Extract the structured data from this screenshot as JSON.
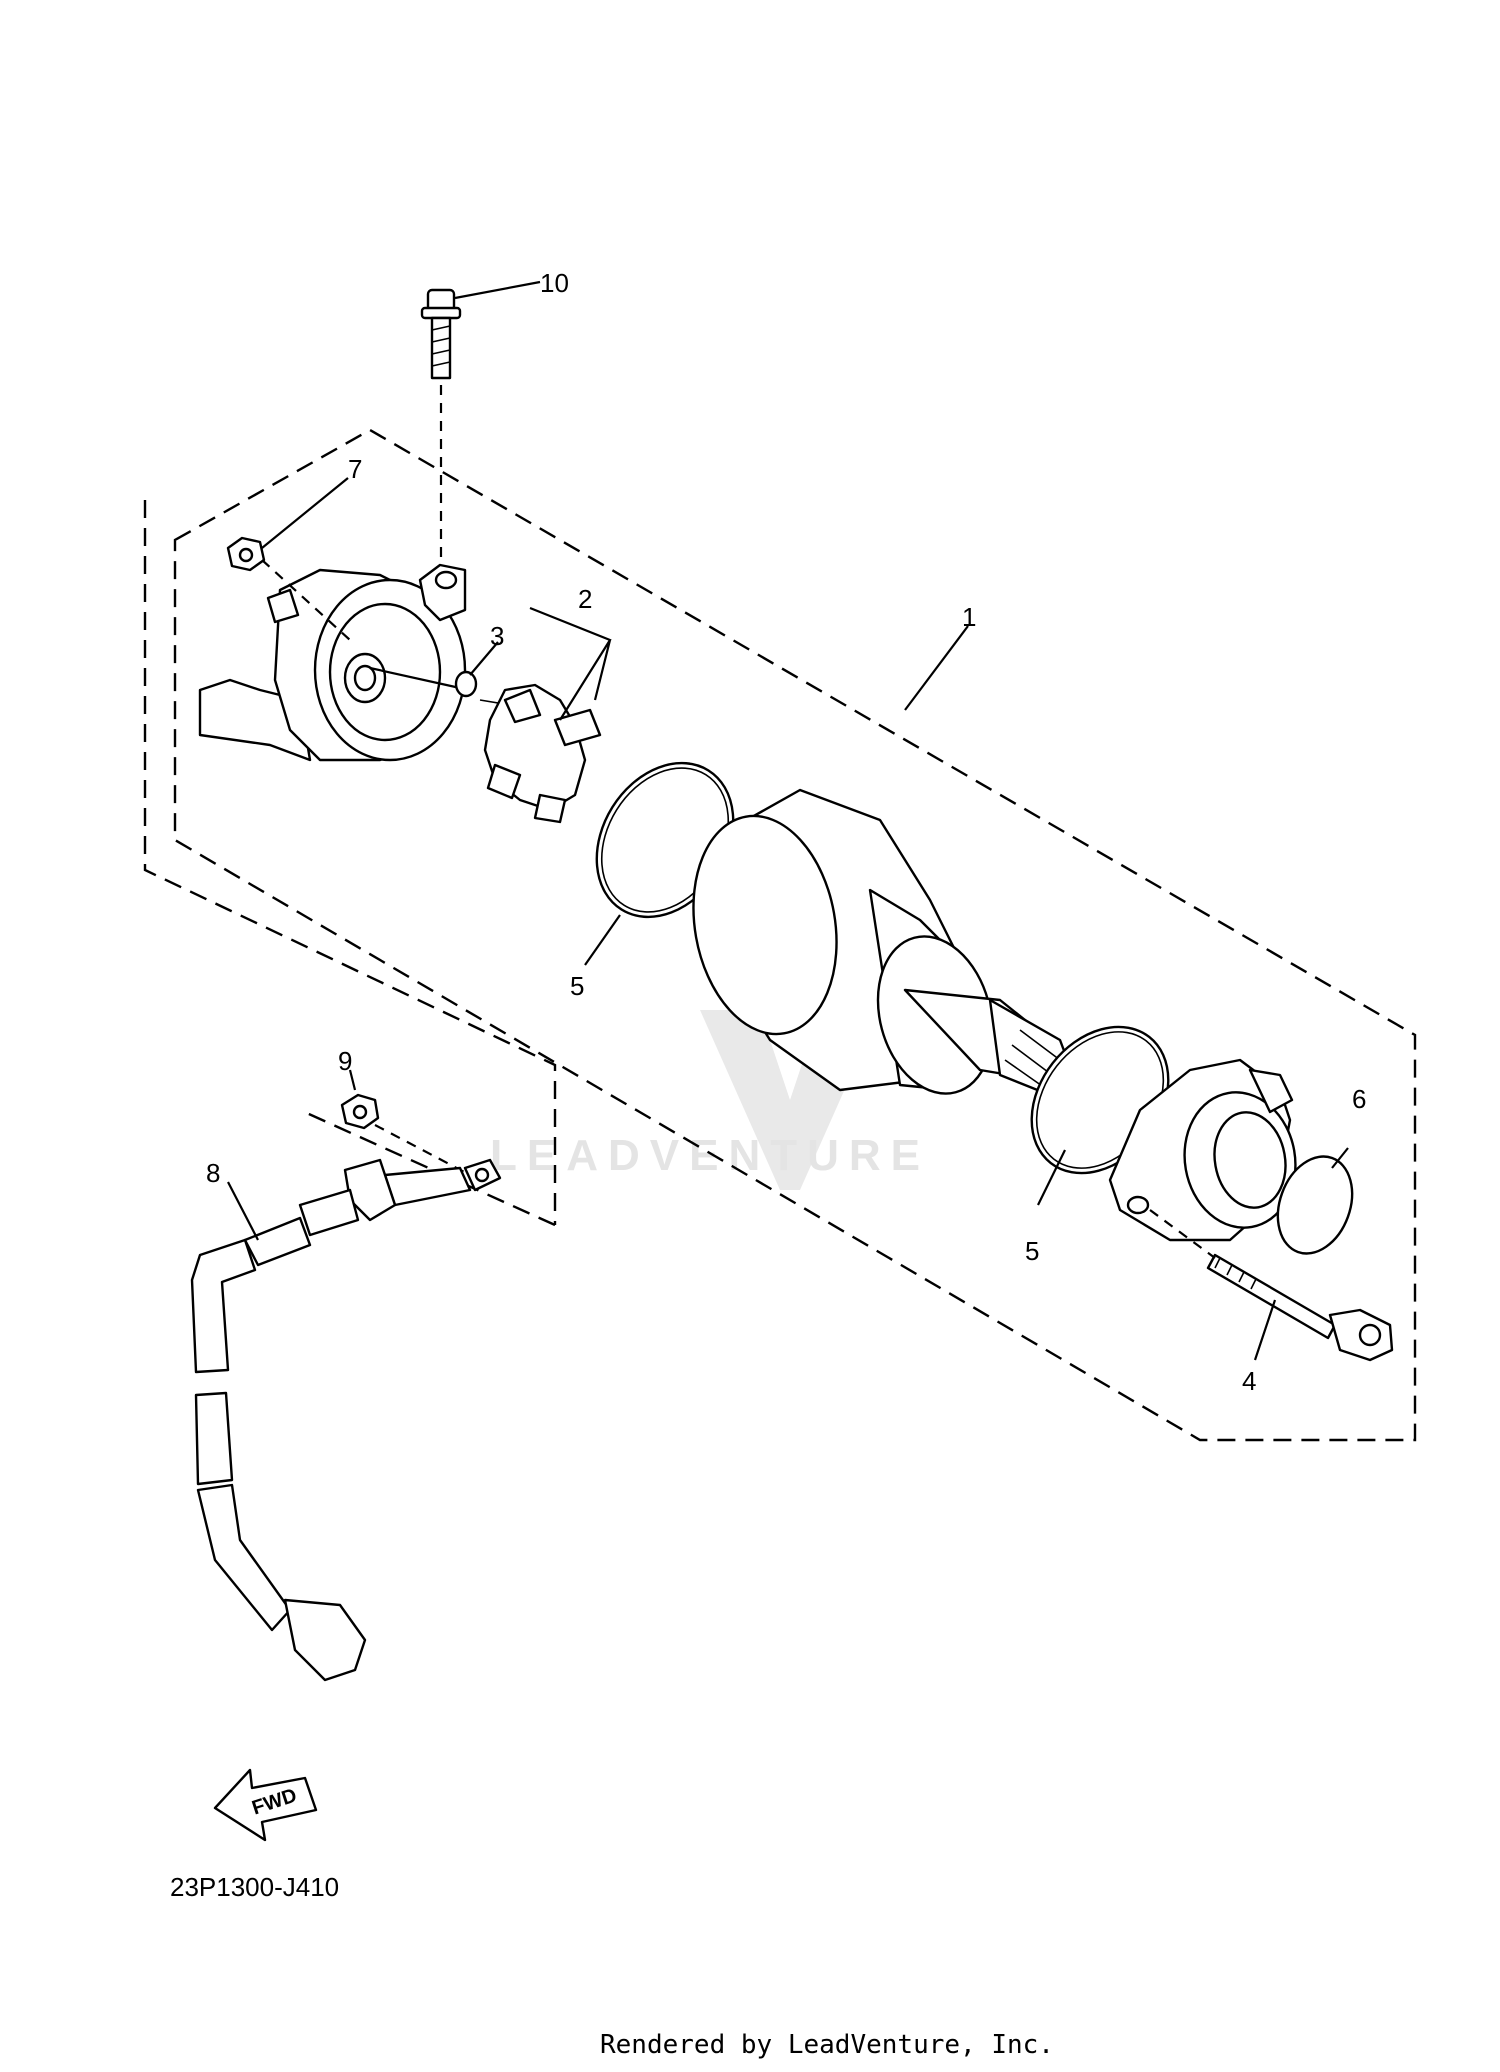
{
  "diagram": {
    "code": "23P1300-J410",
    "watermark": "LEADVENTURE",
    "footer": "Rendered by LeadVenture, Inc.",
    "direction_marker": "FWD"
  },
  "callouts": [
    {
      "id": "1",
      "label": "1"
    },
    {
      "id": "2",
      "label": "2"
    },
    {
      "id": "3",
      "label": "3"
    },
    {
      "id": "4",
      "label": "4"
    },
    {
      "id": "5a",
      "label": "5"
    },
    {
      "id": "5b",
      "label": "5"
    },
    {
      "id": "6",
      "label": "6"
    },
    {
      "id": "7",
      "label": "7"
    },
    {
      "id": "8",
      "label": "8"
    },
    {
      "id": "9",
      "label": "9"
    },
    {
      "id": "10",
      "label": "10"
    }
  ]
}
